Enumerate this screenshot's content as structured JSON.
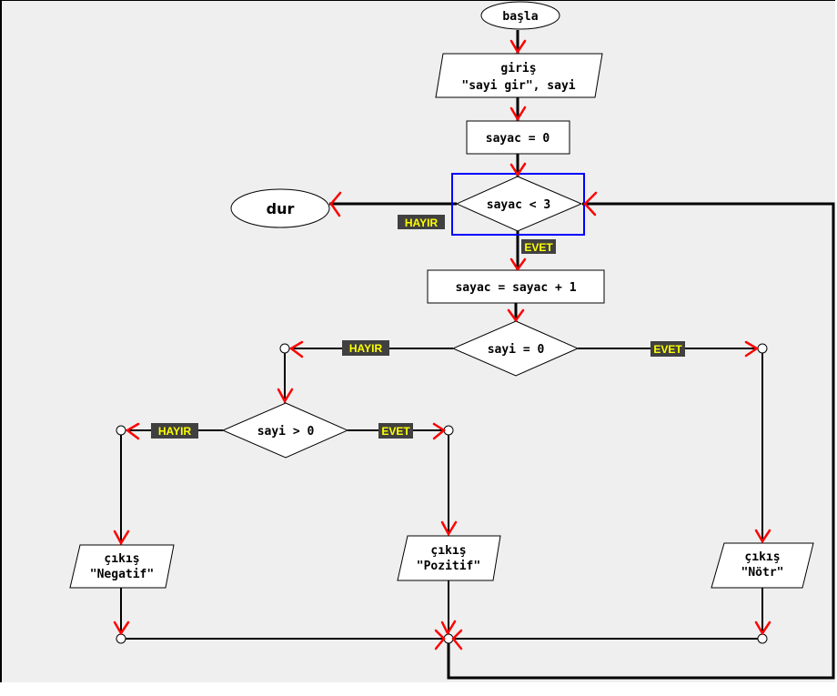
{
  "diagram": {
    "title": "Sayi kontrol akis diyagrami",
    "colors": {
      "canvas": "#efefef",
      "shape_fill": "#ffffff",
      "edge": "#000000",
      "arrow": "#ff0000",
      "selection": "#0000ff",
      "label_bg": "#404040",
      "label_text": "#ffff00"
    },
    "nodes": {
      "start": {
        "type": "terminal",
        "text": "başla"
      },
      "input": {
        "type": "io",
        "lines": [
          "giriş",
          "\"sayi gir\", sayi"
        ]
      },
      "init": {
        "type": "process",
        "text": "sayac = 0"
      },
      "loop_cond": {
        "type": "decision",
        "text": "sayac < 3",
        "selected": true
      },
      "end": {
        "type": "terminal",
        "text": "dur"
      },
      "increment": {
        "type": "process",
        "text": "sayac = sayac + 1"
      },
      "zero_cond": {
        "type": "decision",
        "text": "sayi = 0"
      },
      "pos_cond": {
        "type": "decision",
        "text": "sayi > 0"
      },
      "out_neg": {
        "type": "io",
        "lines": [
          "çıkış",
          "\"Negatif\""
        ]
      },
      "out_pos": {
        "type": "io",
        "lines": [
          "çıkış",
          "\"Pozitif\""
        ]
      },
      "out_zero": {
        "type": "io",
        "lines": [
          "çıkış",
          "\"Nötr\""
        ]
      }
    },
    "branch_labels": {
      "loop_no": "HAYIR",
      "loop_yes": "EVET",
      "zero_no": "HAYIR",
      "zero_yes": "EVET",
      "pos_no": "HAYIR",
      "pos_yes": "EVET"
    },
    "edges": [
      {
        "from": "start",
        "to": "input"
      },
      {
        "from": "input",
        "to": "init"
      },
      {
        "from": "init",
        "to": "loop_cond"
      },
      {
        "from": "loop_cond",
        "to": "end",
        "label": "HAYIR"
      },
      {
        "from": "loop_cond",
        "to": "increment",
        "label": "EVET"
      },
      {
        "from": "increment",
        "to": "zero_cond"
      },
      {
        "from": "zero_cond",
        "to": "pos_cond",
        "label": "HAYIR"
      },
      {
        "from": "zero_cond",
        "to": "out_zero",
        "label": "EVET"
      },
      {
        "from": "pos_cond",
        "to": "out_neg",
        "label": "HAYIR"
      },
      {
        "from": "pos_cond",
        "to": "out_pos",
        "label": "EVET"
      },
      {
        "from": "out_neg",
        "to": "join"
      },
      {
        "from": "out_pos",
        "to": "join"
      },
      {
        "from": "out_zero",
        "to": "join"
      },
      {
        "from": "join",
        "to": "loop_cond"
      }
    ]
  }
}
